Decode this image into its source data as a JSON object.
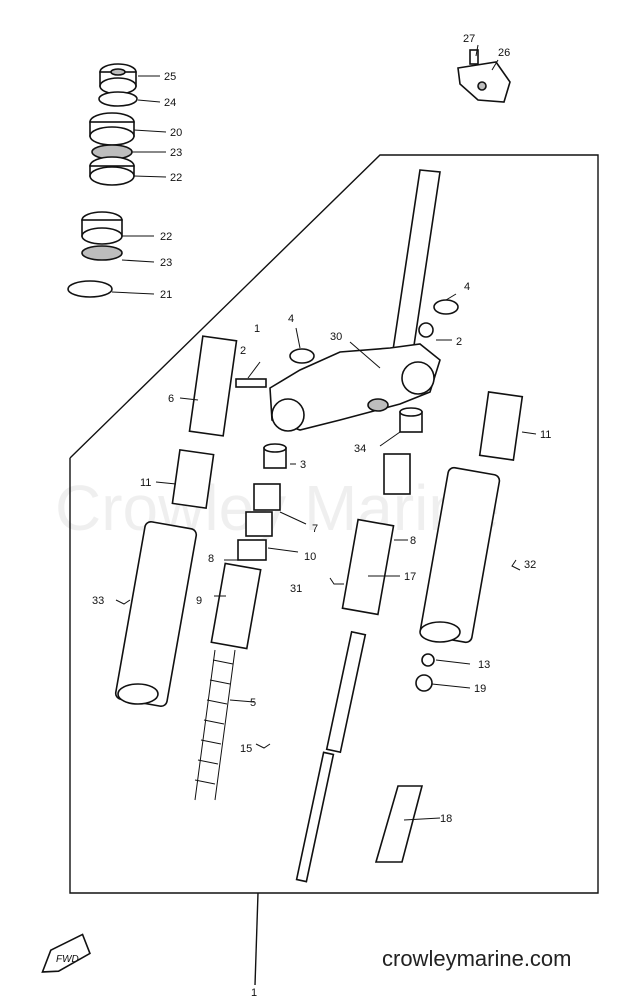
{
  "watermark": "Crowley Marine",
  "site_label": "crowleymarine.com",
  "fwd_label": "FWD",
  "bottom_label": "1",
  "callouts": {
    "c1": "1",
    "c2a": "2",
    "c2b": "2",
    "c3": "3",
    "c4a": "4",
    "c4b": "4",
    "c5": "5",
    "c6": "6",
    "c7": "7",
    "c8a": "8",
    "c8b": "8",
    "c9": "9",
    "c10": "10",
    "c11a": "11",
    "c11b": "11",
    "c13": "13",
    "c15": "15",
    "c17": "17",
    "c18": "18",
    "c19": "19",
    "c20": "20",
    "c21": "21",
    "c22a": "22",
    "c22b": "22",
    "c23a": "23",
    "c23b": "23",
    "c24": "24",
    "c25": "25",
    "c26": "26",
    "c27": "27",
    "c30": "30",
    "c31": "31",
    "c32": "32",
    "c33": "33",
    "c34": "34"
  }
}
